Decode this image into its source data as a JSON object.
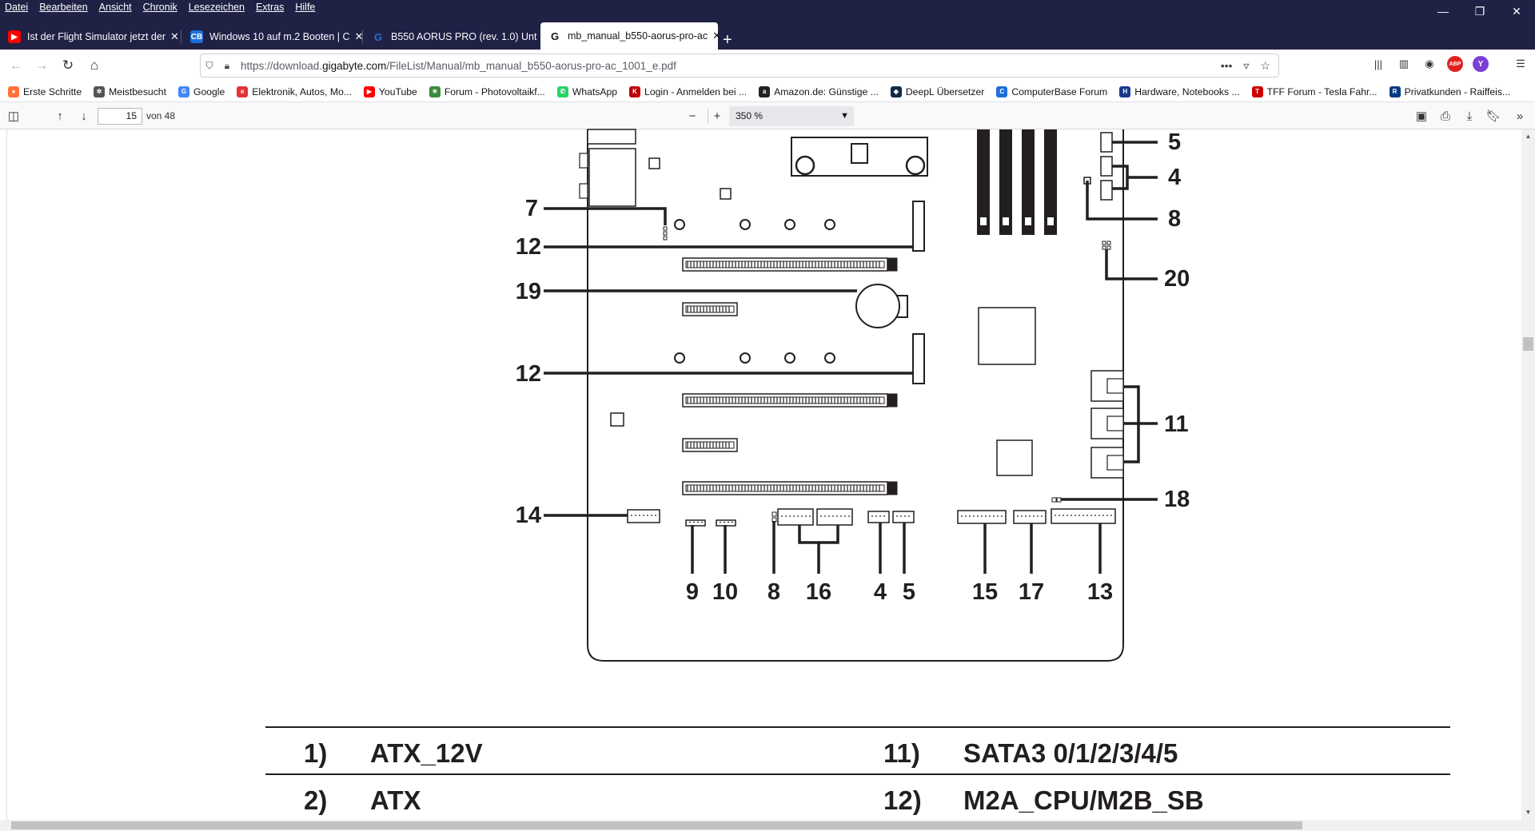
{
  "menubar": {
    "items": [
      "Datei",
      "Bearbeiten",
      "Ansicht",
      "Chronik",
      "Lesezeichen",
      "Extras",
      "Hilfe"
    ]
  },
  "window_controls": [
    "—",
    "❐",
    "✕"
  ],
  "tabs": [
    {
      "title": "Ist der Flight Simulator jetzt der",
      "icon": "youtube-icon",
      "color": "#ff0000",
      "active": false
    },
    {
      "title": "Windows 10 auf m.2 Booten | C",
      "icon": "computerbase-icon",
      "color": "#1e6fd9",
      "active": false
    },
    {
      "title": "B550 AORUS PRO (rev. 1.0) Unt",
      "icon": "gigabyte-icon",
      "color": "#2b6cd4",
      "active": false
    },
    {
      "title": "mb_manual_b550-aorus-pro-ac",
      "icon": "gigabyte-icon",
      "color": "#15141a",
      "active": true
    }
  ],
  "newtab": "+",
  "address": {
    "prefix": "https://download.",
    "domain": "gigabyte.com",
    "path": "/FileList/Manual/mb_manual_b550-aorus-pro-ac_1001_e.pdf"
  },
  "bookmarks": [
    {
      "label": "Erste Schritte",
      "icon": "firefox-icon",
      "color": "#ff7139"
    },
    {
      "label": "Meistbesucht",
      "icon": "gear-icon",
      "color": "#555555"
    },
    {
      "label": "Google",
      "icon": "google-icon",
      "color": "#4285f4"
    },
    {
      "label": "Elektronik, Autos, Mo...",
      "icon": "ebay-icon",
      "color": "#e53238"
    },
    {
      "label": "YouTube",
      "icon": "youtube-icon",
      "color": "#ff0000"
    },
    {
      "label": "Forum - Photovoltaikf...",
      "icon": "sun-icon",
      "color": "#3a8c3a"
    },
    {
      "label": "WhatsApp",
      "icon": "whatsapp-icon",
      "color": "#25d366"
    },
    {
      "label": "Login - Anmelden bei ...",
      "icon": "k-icon",
      "color": "#c00000"
    },
    {
      "label": "Amazon.de: Günstige ...",
      "icon": "amazon-icon",
      "color": "#222222"
    },
    {
      "label": "DeepL Übersetzer",
      "icon": "deepl-icon",
      "color": "#0f2b46"
    },
    {
      "label": "ComputerBase Forum",
      "icon": "computerbase-icon",
      "color": "#1e6fd9"
    },
    {
      "label": "Hardware, Notebooks ...",
      "icon": "hardware-icon",
      "color": "#1a3a8c"
    },
    {
      "label": "TFF Forum - Tesla Fahr...",
      "icon": "tesla-icon",
      "color": "#cc0000"
    },
    {
      "label": "Privatkunden - Raiffeis...",
      "icon": "bank-icon",
      "color": "#003a80"
    }
  ],
  "pdf_toolbar": {
    "page_number": "15",
    "page_of": "von 48",
    "zoom": "350 %"
  },
  "callouts": [
    "5",
    "4",
    "8",
    "20",
    "7",
    "12",
    "19",
    "12",
    "11",
    "18",
    "14",
    "9",
    "10",
    "8",
    "16",
    "4",
    "5",
    "15",
    "17",
    "13"
  ],
  "spec_table": [
    {
      "n1": "1)",
      "l1": "ATX_12V",
      "n2": "11)",
      "l2": "SATA3 0/1/2/3/4/5"
    },
    {
      "n1": "2)",
      "l1": "ATX",
      "n2": "12)",
      "l2": "M2A_CPU/M2B_SB"
    }
  ]
}
